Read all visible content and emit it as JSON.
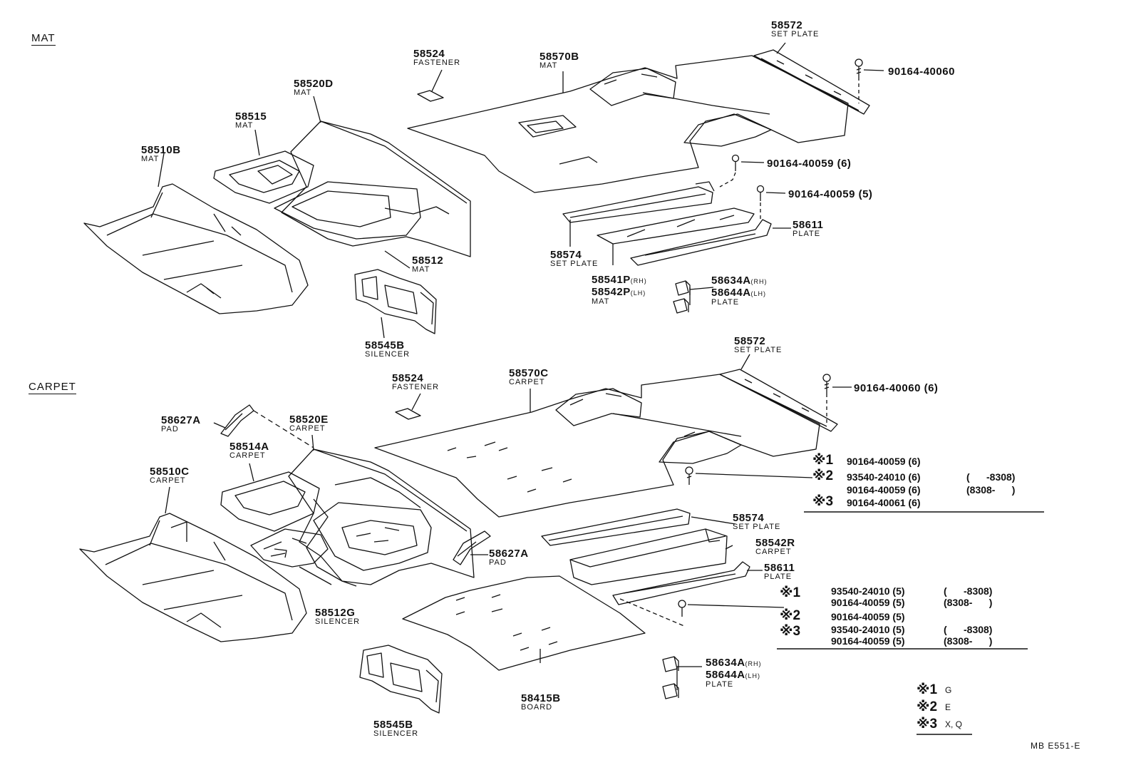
{
  "sections": {
    "mat": "MAT",
    "carpet": "CARPET"
  },
  "mat_labels": [
    {
      "part": "58572",
      "name": "SET PLATE"
    },
    {
      "part": "58524",
      "name": "FASTENER"
    },
    {
      "part": "58570B",
      "name": "MAT"
    },
    {
      "part": "58520D",
      "name": "MAT"
    },
    {
      "part": "58515",
      "name": "MAT"
    },
    {
      "part": "58510B",
      "name": "MAT"
    },
    {
      "part": "58512",
      "name": "MAT"
    },
    {
      "part": "58545B",
      "name": "SILENCER"
    },
    {
      "part": "58574",
      "name": "SET PLATE"
    },
    {
      "part": "58611",
      "name": "PLATE"
    },
    {
      "part": "90164-40060",
      "name": ""
    },
    {
      "part": "90164-40059 (6)",
      "name": ""
    },
    {
      "part": "90164-40059 (5)",
      "name": ""
    }
  ],
  "mat_mat_pair": {
    "rh": "58541P",
    "rh_tag": "(RH)",
    "lh": "58542P",
    "lh_tag": "(LH)",
    "name": "MAT"
  },
  "mat_plate_pair": {
    "rh": "58634A",
    "rh_tag": "(RH)",
    "lh": "58644A",
    "lh_tag": "(LH)",
    "name": "PLATE"
  },
  "carpet_labels": [
    {
      "part": "58572",
      "name": "SET PLATE"
    },
    {
      "part": "58524",
      "name": "FASTENER"
    },
    {
      "part": "58570C",
      "name": "CARPET"
    },
    {
      "part": "58627A",
      "name": "PAD"
    },
    {
      "part": "58520E",
      "name": "CARPET"
    },
    {
      "part": "58514A",
      "name": "CARPET"
    },
    {
      "part": "58510C",
      "name": "CARPET"
    },
    {
      "part": "58627A",
      "name": "PAD"
    },
    {
      "part": "58512G",
      "name": "SILENCER"
    },
    {
      "part": "58545B",
      "name": "SILENCER"
    },
    {
      "part": "58415B",
      "name": "BOARD"
    },
    {
      "part": "58574",
      "name": "SET PLATE"
    },
    {
      "part": "58542R",
      "name": "CARPET"
    },
    {
      "part": "58611",
      "name": "PLATE"
    },
    {
      "part": "90164-40060 (6)",
      "name": ""
    }
  ],
  "carpet_plate_pair": {
    "rh": "58634A",
    "rh_tag": "(RH)",
    "lh": "58644A",
    "lh_tag": "(LH)",
    "name": "PLATE"
  },
  "table1": [
    {
      "mark": "※1",
      "part": "90164-40059 (6)",
      "range": ""
    },
    {
      "mark": "※2",
      "part": "93540-24010 (6)",
      "range": "(      -8308)"
    },
    {
      "mark": "",
      "part": "90164-40059 (6)",
      "range": "(8308-      )"
    },
    {
      "mark": "※3",
      "part": "90164-40061 (6)",
      "range": ""
    }
  ],
  "table2": [
    {
      "mark": "※1",
      "part": "93540-24010 (5)",
      "range": "(      -8308)"
    },
    {
      "mark": "",
      "part": "90164-40059 (5)",
      "range": "(8308-      )"
    },
    {
      "mark": "※2",
      "part": "90164-40059 (5)",
      "range": ""
    },
    {
      "mark": "※3",
      "part": "93540-24010 (5)",
      "range": "(      -8308)"
    },
    {
      "mark": "",
      "part": "90164-40059 (5)",
      "range": "(8308-      )"
    }
  ],
  "legend": [
    {
      "mark": "※1",
      "text": "G"
    },
    {
      "mark": "※2",
      "text": "E"
    },
    {
      "mark": "※3",
      "text": "X, Q"
    }
  ],
  "figure_code": "MB E551-E"
}
